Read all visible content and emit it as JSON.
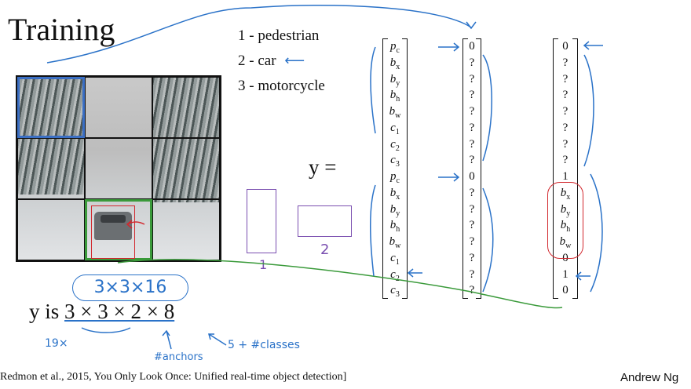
{
  "title": "Training",
  "classes": [
    {
      "num": "1 -",
      "name": "pedestrian"
    },
    {
      "num": "2 -",
      "name": "car"
    },
    {
      "num": "3 -",
      "name": "motorcycle"
    }
  ],
  "anchor_labels": [
    "1",
    "2"
  ],
  "y_equals": "y  =",
  "vector_labels": [
    "p_c",
    "b_x",
    "b_y",
    "b_h",
    "b_w",
    "c_1",
    "c_2",
    "c_3",
    "p_c",
    "b_x",
    "b_y",
    "b_h",
    "b_w",
    "c_1",
    "c_2",
    "c_3"
  ],
  "vector_unknown": [
    "0",
    "?",
    "?",
    "?",
    "?",
    "?",
    "?",
    "?",
    "0",
    "?",
    "?",
    "?",
    "?",
    "?",
    "?",
    "?"
  ],
  "vector_car": [
    "0",
    "?",
    "?",
    "?",
    "?",
    "?",
    "?",
    "?",
    "1",
    "b_x",
    "b_y",
    "b_h",
    "b_w",
    "0",
    "1",
    "0"
  ],
  "shape": {
    "prefix": "y  is",
    "expr": "3 × 3 × 2 × 8",
    "handwritten_total": "3×3×16",
    "note_grid": "19×",
    "note_anchors": "#anchors",
    "note_classes": "5 + #classes"
  },
  "citation": "Redmon et al., 2015, You Only Look Once: Unified real-time object detection]",
  "author": "Andrew Ng",
  "colors": {
    "annotation_blue": "#2a72c8",
    "anchor_purple": "#7a4fb0",
    "box_red": "#d2282e",
    "cell_green": "#3a9a3a",
    "cell_blue": "#3b6fc4"
  }
}
